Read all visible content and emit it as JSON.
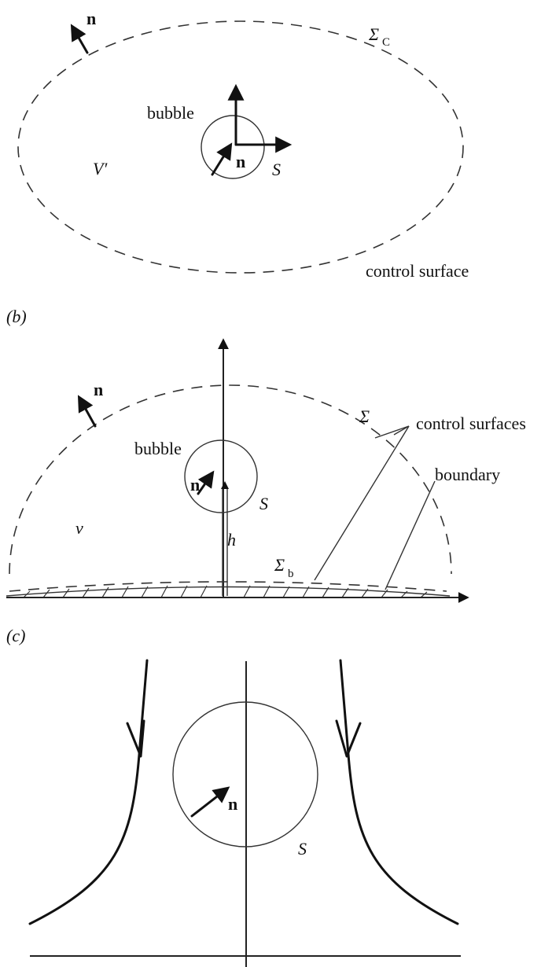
{
  "panel_a": {
    "normal_outer": "n",
    "sigma_label": "Σ",
    "sigma_sub": "C",
    "bubble_label": "bubble",
    "volume_label": "V′",
    "normal_bubble": "n",
    "surface_label": "S",
    "control_surface_label": "control surface"
  },
  "panel_b": {
    "panel_label": "(b)",
    "normal_outer": "n",
    "sigma_label": "Σ",
    "control_surfaces_label": "control surfaces",
    "bubble_label": "bubble",
    "boundary_label": "boundary",
    "normal_bubble": "n",
    "surface_label": "S",
    "volume_label": "v",
    "height_label": "h",
    "sigma_b_label": "Σ",
    "sigma_b_sub": "b"
  },
  "panel_c": {
    "panel_label": "(c)",
    "normal_bubble": "n",
    "surface_label": "S"
  }
}
